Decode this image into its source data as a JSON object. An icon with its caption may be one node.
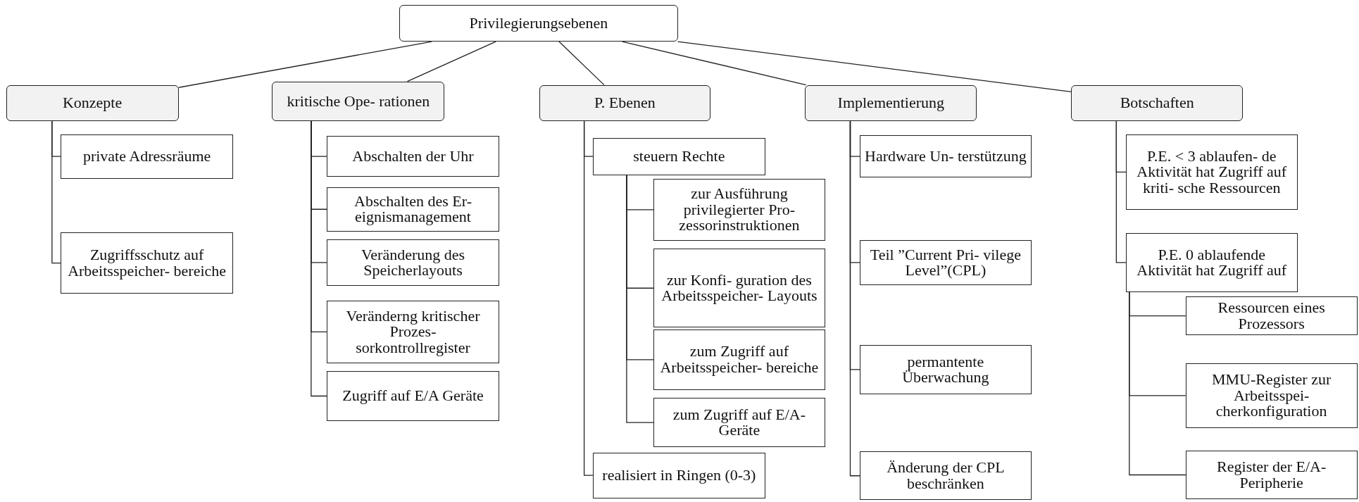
{
  "diagram": {
    "nodes": [
      {
        "text": [
          "Privilegierungsebenen"
        ]
      },
      {
        "text": [
          "Konzepte"
        ]
      },
      {
        "text": [
          "private Adressräume"
        ]
      },
      {
        "text": [
          "Zugriffsschutz auf Arbeitsspeicher- bereiche"
        ]
      },
      {
        "text": [
          "kritische Ope- rationen"
        ]
      },
      {
        "text": [
          "Abschalten der Uhr"
        ]
      },
      {
        "text": [
          "Abschalten des Er- eignismanagement"
        ]
      },
      {
        "text": [
          "Veränderung des Speicherlayouts"
        ]
      },
      {
        "text": [
          "Veränderng kritischer Prozes- sorkontrollregister"
        ]
      },
      {
        "text": [
          "Zugriff auf E/A Geräte"
        ]
      },
      {
        "text": [
          "P. Ebenen"
        ]
      },
      {
        "text": [
          "steuern Rechte"
        ]
      },
      {
        "text": [
          "zur Ausführung privilegierter Pro- zessorinstruktionen"
        ]
      },
      {
        "text": [
          "zur Konfi- guration des Arbeitsspeicher- Layouts"
        ]
      },
      {
        "text": [
          "zum Zugriff auf Arbeitsspeicher- bereiche"
        ]
      },
      {
        "text": [
          "zum Zugriff auf E/A-Geräte"
        ]
      },
      {
        "text": [
          "realisiert in Ringen (0-3)"
        ]
      },
      {
        "text": [
          "Implementierung"
        ]
      },
      {
        "text": [
          "Hardware Un- terstützung"
        ]
      },
      {
        "text": [
          "Teil ”Current Pri- vilege Level”(CPL)"
        ]
      },
      {
        "text": [
          "permantente Überwachung"
        ]
      },
      {
        "text": [
          "Änderung der CPL beschränken"
        ]
      },
      {
        "text": [
          "Botschaften"
        ]
      },
      {
        "text": [
          "P.E. < 3 ablaufen- de Aktivität hat Zugriff auf kriti- sche Ressourcen"
        ]
      },
      {
        "text": [
          "P.E. 0 ablaufende Aktivität hat Zugriff auf"
        ]
      },
      {
        "text": [
          "Ressourcen eines Prozessors"
        ]
      },
      {
        "text": [
          "MMU-Register zur Arbeitsspei- cherkonfiguration"
        ]
      },
      {
        "text": [
          "Register der E/A-Peripherie"
        ]
      }
    ],
    "edges": [
      {
        "from": 0,
        "to": 1,
        "arrow": "none"
      },
      {
        "from": 0,
        "to": 4,
        "arrow": "none"
      },
      {
        "from": 0,
        "to": 10,
        "arrow": "none"
      },
      {
        "from": 0,
        "to": 17,
        "arrow": "none"
      },
      {
        "from": 0,
        "to": 22,
        "arrow": "none"
      },
      {
        "from": 1,
        "to": 2,
        "arrow": "none"
      },
      {
        "from": 1,
        "to": 3,
        "arrow": "none"
      },
      {
        "from": 4,
        "to": 5,
        "arrow": "none"
      },
      {
        "from": 4,
        "to": 6,
        "arrow": "none"
      },
      {
        "from": 4,
        "to": 7,
        "arrow": "none"
      },
      {
        "from": 4,
        "to": 8,
        "arrow": "none"
      },
      {
        "from": 4,
        "to": 9,
        "arrow": "none"
      },
      {
        "from": 10,
        "to": 11,
        "arrow": "none"
      },
      {
        "from": 11,
        "to": 12,
        "arrow": "none"
      },
      {
        "from": 11,
        "to": 13,
        "arrow": "none"
      },
      {
        "from": 11,
        "to": 14,
        "arrow": "none"
      },
      {
        "from": 11,
        "to": 15,
        "arrow": "none"
      },
      {
        "from": 10,
        "to": 16,
        "arrow": "none"
      },
      {
        "from": 17,
        "to": 18,
        "arrow": "none"
      },
      {
        "from": 17,
        "to": 19,
        "arrow": "none"
      },
      {
        "from": 17,
        "to": 20,
        "arrow": "none"
      },
      {
        "from": 17,
        "to": 21,
        "arrow": "none"
      },
      {
        "from": 22,
        "to": 23,
        "arrow": "none"
      },
      {
        "from": 22,
        "to": 24,
        "arrow": "none"
      },
      {
        "from": 24,
        "to": 25,
        "arrow": "none"
      },
      {
        "from": 24,
        "to": 26,
        "arrow": "none"
      },
      {
        "from": 24,
        "to": 27,
        "arrow": "none"
      }
    ]
  }
}
